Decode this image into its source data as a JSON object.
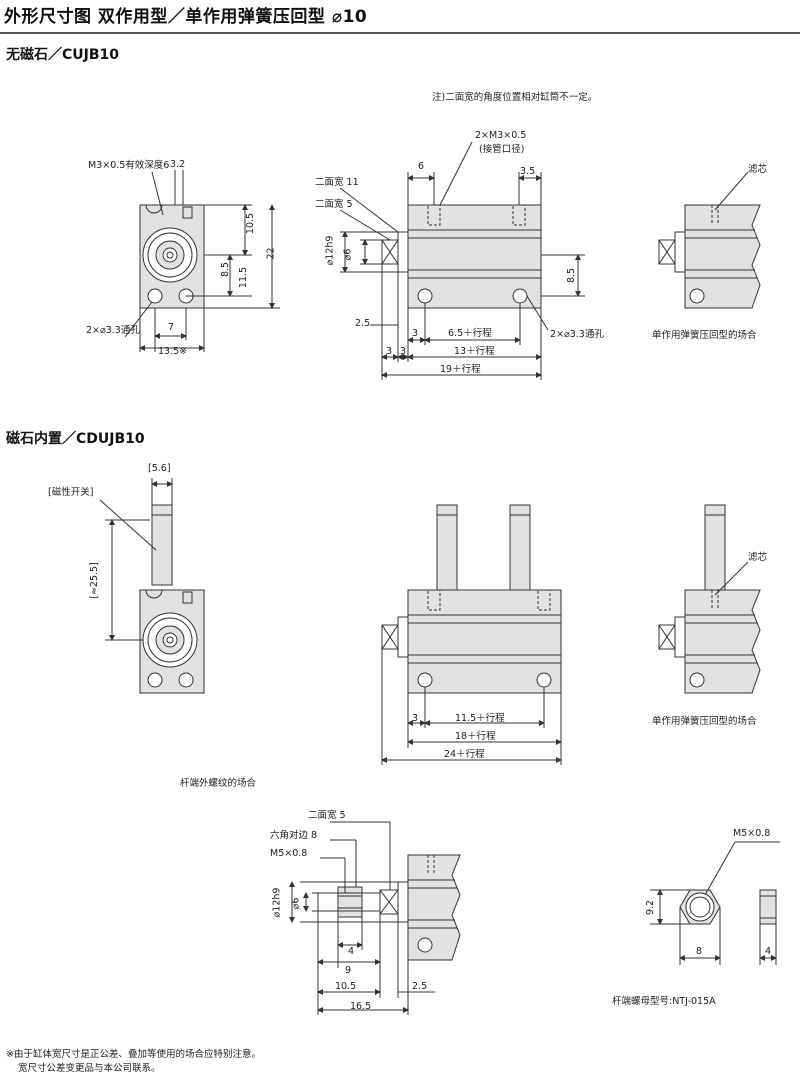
{
  "title": "外形尺寸图 双作用型／单作用弹簧压回型 ⌀10",
  "section1": "无磁石／CUJB10",
  "section2": "磁石内置／CDUJB10",
  "note_top": "注)二面宽的角度位置相对缸筒不一定。",
  "labels": {
    "m3_depth": "M3×0.5有效深度6",
    "d3_2": "3.2",
    "d10_5": "10.5",
    "d22": "22",
    "d8_5a": "8.5",
    "d11_5": "11.5",
    "holes_a": "2×⌀3.3通孔",
    "d7": "7",
    "d13_5": "13.5※",
    "m3_port": "2×M3×0.5",
    "port_name": "(接管口径)",
    "d6": "6",
    "d3_5": "3.5",
    "flat11": "二面宽 11",
    "flat5": "二面宽 5",
    "phi12h9": "⌀12h9",
    "phi6": "⌀6",
    "d8_5b": "8.5",
    "d2_5": "2.5",
    "d3a": "3",
    "d6_5st": "6.5＋行程",
    "holes_b": "2×⌀3.3通孔",
    "d3b": "3",
    "d3c": "3",
    "d13st": "13＋行程",
    "d19st": "19＋行程",
    "filter1": "滤芯",
    "spring_case1": "单作用弹簧压回型的场合",
    "d5_6": "[5.6]",
    "mag_switch": "[磁性开关]",
    "d25_5": "[≈25.5]",
    "d3d": "3",
    "d11_5st": "11.5＋行程",
    "d18st": "18＋行程",
    "d24st": "24＋行程",
    "filter2": "滤芯",
    "spring_case2": "单作用弹簧压回型的场合",
    "rod_thread_case": "杆端外螺纹的场合",
    "flat5b": "二面宽 5",
    "hex8": "六角对边 8",
    "m5a": "M5×0.8",
    "phi12h9b": "⌀12h9",
    "phi6b": "⌀6",
    "d4a": "4",
    "d9": "9",
    "d10_5b": "10.5",
    "d2_5b": "2.5",
    "d16_5": "16.5",
    "m5b": "M5×0.8",
    "d9_2": "9.2",
    "d8": "8",
    "d4b": "4",
    "nut_model": "杆端螺母型号:NTJ-015A"
  },
  "footnote1": "※由于缸体宽尺寸是正公差、叠加等使用的场合应特别注意。",
  "footnote2": "宽尺寸公差变更品与本公司联系。",
  "colors": {
    "body": "#e2e2e2",
    "line": "#333333",
    "rule": "#555555"
  }
}
